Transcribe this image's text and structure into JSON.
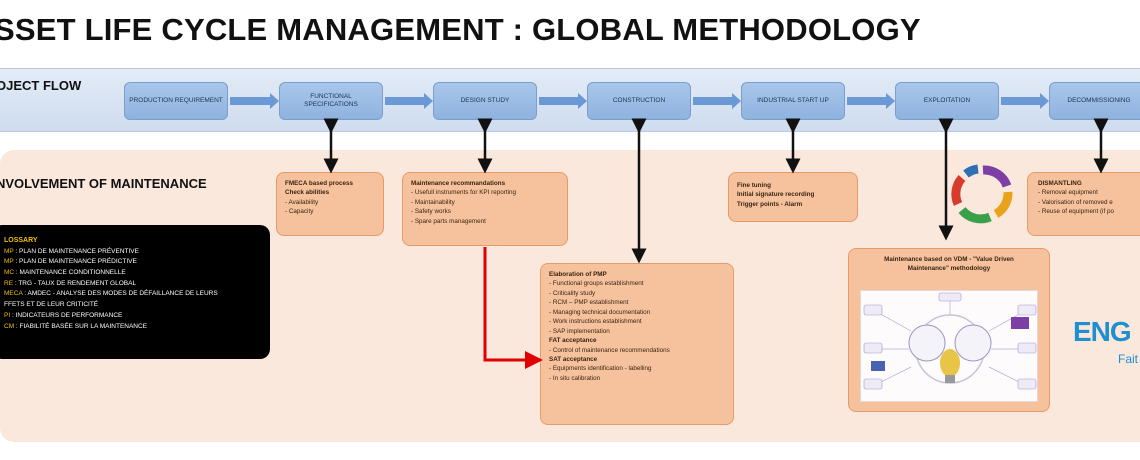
{
  "title": "SSET LIFE CYCLE MANAGEMENT : GLOBAL METHODOLOGY",
  "project_flow": {
    "label": "OJECT FLOW",
    "steps": [
      "PRODUCTION REQUIREMENT",
      "FUNCTIONAL SPECIFICATIONS",
      "DESIGN STUDY",
      "CONSTRUCTION",
      "INDUSTRIAL START UP",
      "EXPLOITATION",
      "DECOMMISSIONING"
    ]
  },
  "maintenance": {
    "label": "NVOLVEMENT  OF MAINTENANCE",
    "boxes": {
      "fmeca": {
        "title1": "FMECA based process",
        "title2": "Check abilities",
        "items": [
          "- Availability",
          "- Capacity"
        ]
      },
      "recommendations": {
        "title": "Maintenance recommandations",
        "items": [
          "- Usefull instruments for KPI reporting",
          "- Maintainability",
          "- Safety works",
          "- Spare parts management"
        ]
      },
      "pmp": {
        "title": "Elaboration of PMP",
        "items": [
          "- Functional groups establishment",
          "- Criticality study",
          "- RCM – PMP establishment",
          "- Managing technical documentation",
          "- Work instructions establishment",
          "- SAP implementation"
        ],
        "fat_title": "FAT acceptance",
        "fat_items": [
          "- Control of maintenance recommendations"
        ],
        "sat_title": "SAT acceptance",
        "sat_items": [
          "- Equipments identification - labelling",
          "- In situ calibration"
        ]
      },
      "startup": {
        "lines": [
          "Fine tuning",
          "Initial signature recording",
          "Trigger points - Alarm"
        ]
      },
      "vdm": {
        "title": "Maintenance based on VDM - \"Value Driven Maintenance\" methodology"
      },
      "dismantling": {
        "title": "DISMANTLING",
        "items": [
          "- Removal equipment",
          "- Valorisation of removed e",
          "- Reuse of equipment (if po"
        ]
      }
    }
  },
  "glossary": {
    "title": "LOSSARY",
    "entries": [
      {
        "abbr": "MP",
        "text": " : PLAN DE MAINTENANCE PRÉVENTIVE"
      },
      {
        "abbr": "MP",
        "text": " : PLAN DE MAINTENANCE PRÉDICTIVE"
      },
      {
        "abbr": "MC",
        "text": " : MAINTENANCE CONDITIONNELLE"
      },
      {
        "abbr": "RE",
        "text": " : TRG - TAUX DE RENDEMENT GLOBAL"
      },
      {
        "abbr": "MECA",
        "text": " : AMDEC - ANALYSE DES MODES DE DÉFAILLANCE DE LEURS"
      },
      {
        "abbr": "",
        "text": "FFETS ET DE LEUR CRITICITÉ"
      },
      {
        "abbr": "PI",
        "text": " : INDICATEURS DE PERFORMANCE"
      },
      {
        "abbr": "CM",
        "text": " : FIABILITÉ BASÉE SUR LA MAINTENANCE"
      }
    ]
  },
  "logo": {
    "name": "ENG",
    "sub": "Fait"
  },
  "colors": {
    "flow_step": "#9bbde6",
    "orange_box": "#f6c29e",
    "maint_band": "#fbe8dc",
    "red_arrow": "#e00000",
    "logo_blue": "#1f8fd0"
  }
}
